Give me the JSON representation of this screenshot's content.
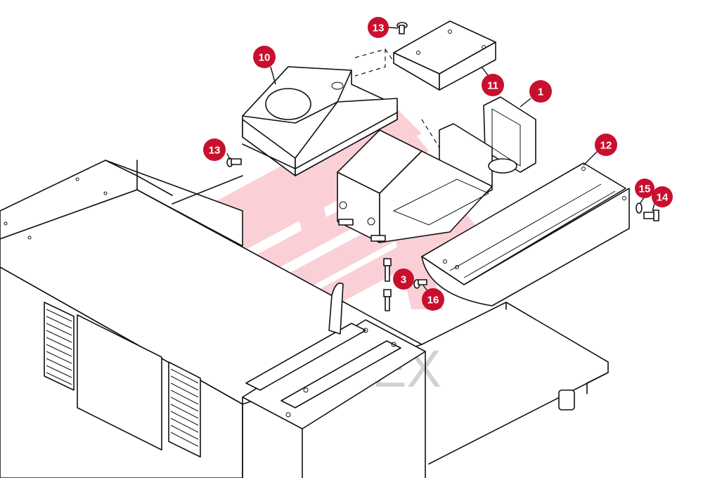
{
  "diagram": {
    "callouts": [
      {
        "id": "c13a",
        "label": "13"
      },
      {
        "id": "c10",
        "label": "10"
      },
      {
        "id": "c11",
        "label": "11"
      },
      {
        "id": "c1",
        "label": "1"
      },
      {
        "id": "c13b",
        "label": "13"
      },
      {
        "id": "c12",
        "label": "12"
      },
      {
        "id": "c15",
        "label": "15"
      },
      {
        "id": "c14",
        "label": "14"
      },
      {
        "id": "c3",
        "label": "3"
      },
      {
        "id": "c16",
        "label": "16"
      }
    ],
    "watermark": {
      "text": "VIATEX"
    },
    "colors": {
      "callout": "#c8102e",
      "line": "#111111",
      "watermark": "#f05a6e"
    }
  }
}
